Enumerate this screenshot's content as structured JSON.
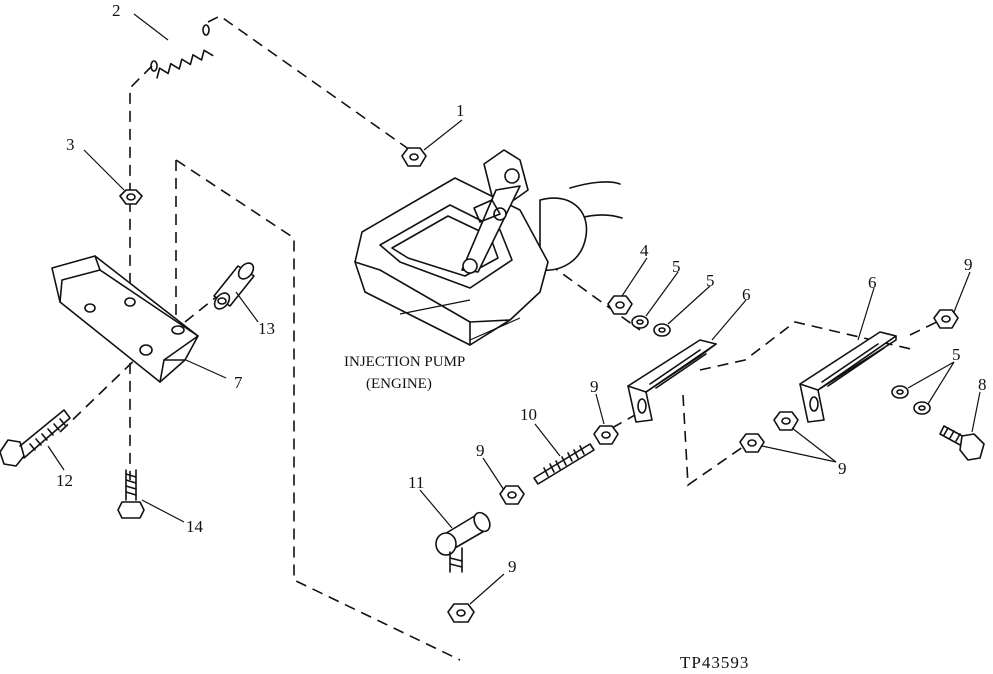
{
  "callouts": {
    "c1": "1",
    "c2": "2",
    "c3": "3",
    "c4": "4",
    "c5a": "5",
    "c5b": "5",
    "c5c": "5",
    "c6a": "6",
    "c6b": "6",
    "c7": "7",
    "c8": "8",
    "c9a": "9",
    "c9b": "9",
    "c9c": "9",
    "c9d": "9",
    "c9e": "9",
    "c10": "10",
    "c11": "11",
    "c12": "12",
    "c13": "13",
    "c14": "14"
  },
  "labels": {
    "pump_line1": "INJECTION PUMP",
    "pump_line2": "(ENGINE)"
  },
  "reference_code": "TP43593"
}
